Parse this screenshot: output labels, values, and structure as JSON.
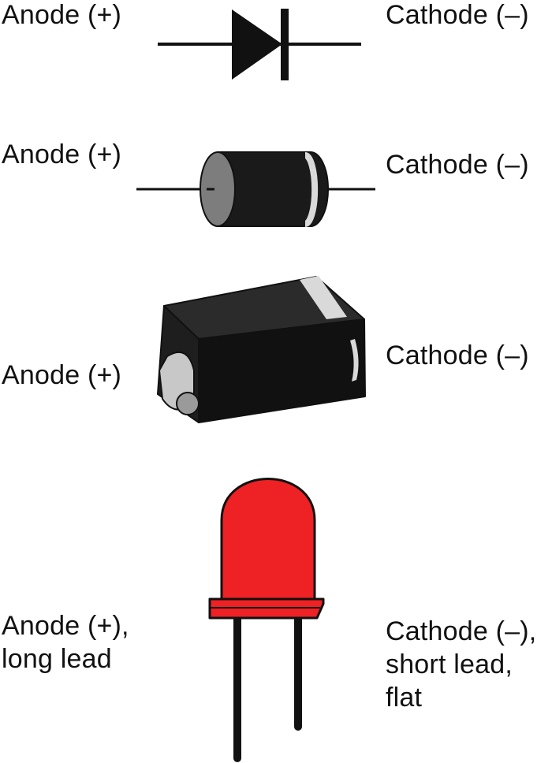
{
  "colors": {
    "ink": "#111111",
    "led_red": "#ee2124",
    "body_black": "#1a1a1a",
    "end_grey": "#7d7d7d",
    "band_grey": "#d9d9d9"
  },
  "rows": {
    "symbol": {
      "anode_label": "Anode (+)",
      "cathode_label": "Cathode (–)"
    },
    "axial": {
      "anode_label": "Anode (+)",
      "cathode_label": "Cathode (–)"
    },
    "smd": {
      "anode_label": "Anode (+)",
      "cathode_label": "Cathode (–)"
    },
    "led": {
      "anode_label_line1": "Anode (+),",
      "anode_label_line2": "long lead",
      "cathode_label_line1": "Cathode (–),",
      "cathode_label_line2": "short lead,",
      "cathode_label_line3": "flat"
    }
  },
  "icons": [
    "diode-symbol-icon",
    "axial-diode-icon",
    "smd-diode-icon",
    "led-icon"
  ]
}
